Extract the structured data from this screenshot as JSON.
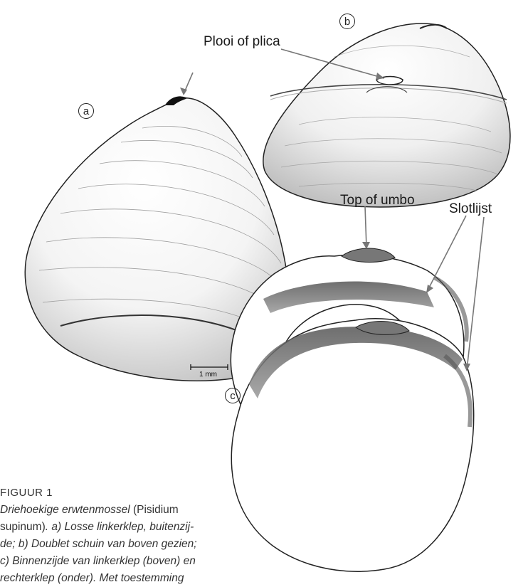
{
  "labels": {
    "a": "a",
    "b": "b",
    "c": "c",
    "plica": "Plooi of plica",
    "umbo": "Top of umbo",
    "slotlijst": "Slotlijst",
    "scale": "1 mm"
  },
  "caption": {
    "heading": "FIGUUR 1",
    "line1_italic": "Driehoekige erwtenmossel",
    "line1_normal": " (Pisidium",
    "line2_normal": "supinum)",
    "line2_italic": ". a) Losse linkerklep, buitenzij-",
    "line3": "de; b) Doublet schuin van boven gezien;",
    "line4": "c) Binnenzijde van linkerklep (boven) en",
    "line5": "rechterklep (onder). Met toestemming"
  },
  "colors": {
    "ink": "#1a1a1a",
    "line": "#777777"
  }
}
